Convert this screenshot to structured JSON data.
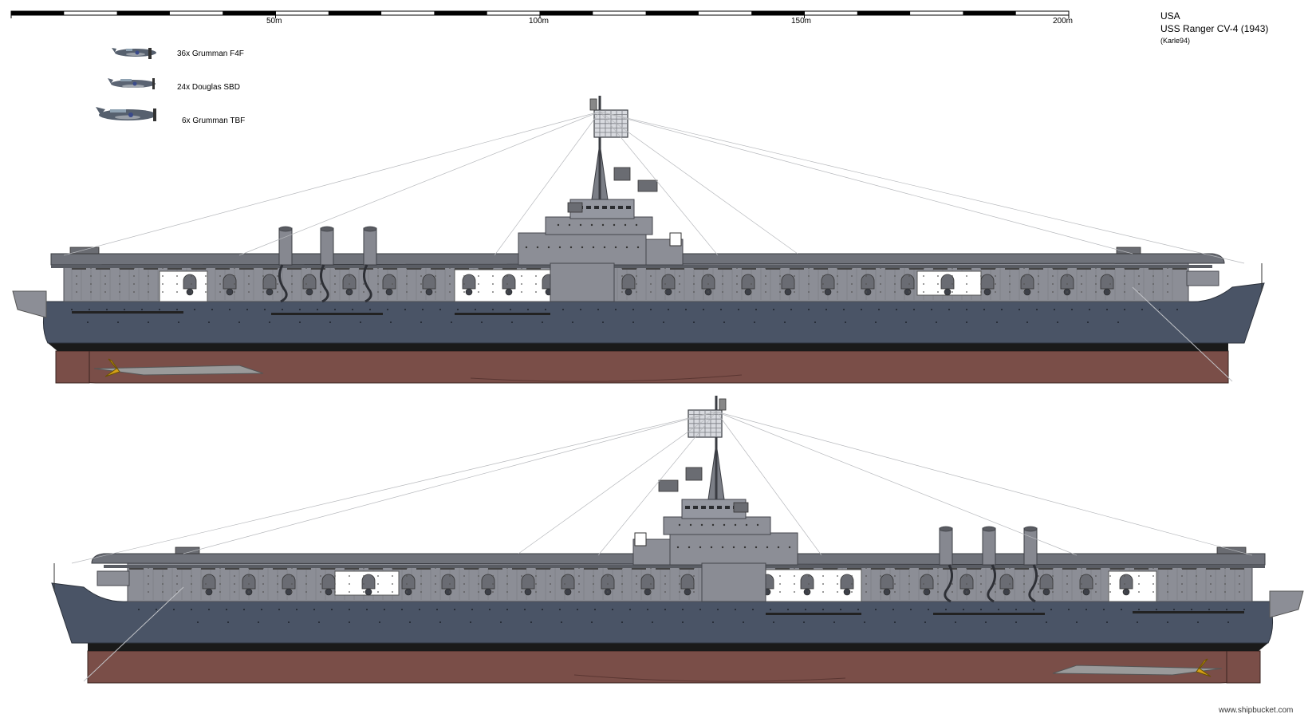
{
  "info": {
    "country": "USA",
    "ship_name": "USS Ranger CV-4 (1943)",
    "author": "(Karle94)"
  },
  "scale_bar": {
    "labels": [
      "50m",
      "100m",
      "150m",
      "200m"
    ]
  },
  "air_group": [
    {
      "label": "36x Grumman F4F",
      "icon": "grumman-f4f-icon"
    },
    {
      "label": "24x Douglas SBD",
      "icon": "douglas-sbd-icon"
    },
    {
      "label": "6x Grumman TBF",
      "icon": "grumman-tbf-icon"
    }
  ],
  "colors": {
    "hull": "#4a5466",
    "superstructure": "#8c8e96",
    "deck_edge": "#6f727a",
    "boot_top": "#1a1a1a",
    "below_waterline": "#7a4e48",
    "propeller": "#d4a017"
  },
  "watermark": "www.shipbucket.com"
}
